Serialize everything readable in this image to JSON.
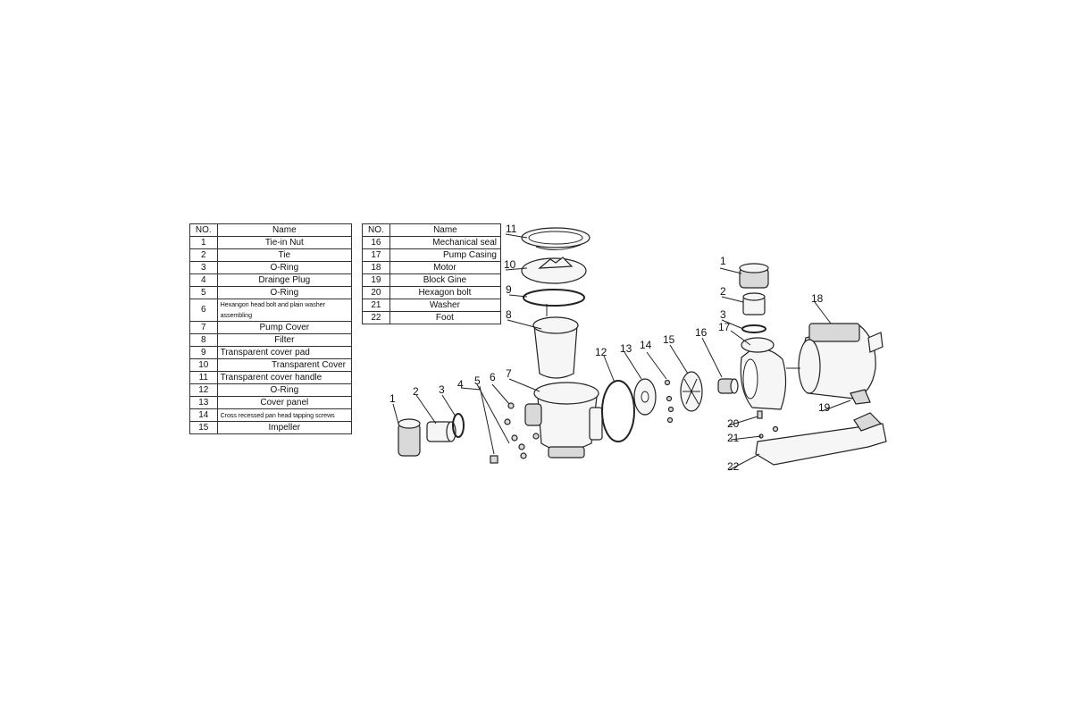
{
  "table_left": {
    "header_no": "NO.",
    "header_name": "Name",
    "rows": [
      {
        "no": "1",
        "name": "Tie-in Nut"
      },
      {
        "no": "2",
        "name": "Tie"
      },
      {
        "no": "3",
        "name": "O-Ring"
      },
      {
        "no": "4",
        "name": "Drainge Plug"
      },
      {
        "no": "5",
        "name": "O-Ring"
      },
      {
        "no": "6",
        "name": "Hexangon head bolt and plain washer assembling"
      },
      {
        "no": "7",
        "name": "Pump Cover"
      },
      {
        "no": "8",
        "name": "Filter"
      },
      {
        "no": "9",
        "name": "Transparent cover pad"
      },
      {
        "no": "10",
        "name": "Transparent Cover"
      },
      {
        "no": "11",
        "name": "Transparent cover handle"
      },
      {
        "no": "12",
        "name": "O-Ring"
      },
      {
        "no": "13",
        "name": "Cover panel"
      },
      {
        "no": "14",
        "name": "Cross recessed pan head tapping screws"
      },
      {
        "no": "15",
        "name": "Impeller"
      }
    ]
  },
  "table_right": {
    "header_no": "NO.",
    "header_name": "Name",
    "rows": [
      {
        "no": "16",
        "name": "Mechanical seal"
      },
      {
        "no": "17",
        "name": "Pump Casing"
      },
      {
        "no": "18",
        "name": "Motor"
      },
      {
        "no": "19",
        "name": "Block Gine"
      },
      {
        "no": "20",
        "name": "Hexagon bolt"
      },
      {
        "no": "21",
        "name": "Washer"
      },
      {
        "no": "22",
        "name": "Foot"
      }
    ]
  },
  "callouts": {
    "c1a": "1",
    "c2a": "2",
    "c3a": "3",
    "c4": "4",
    "c5": "5",
    "c6": "6",
    "c7": "7",
    "c8": "8",
    "c9": "9",
    "c10": "10",
    "c11": "11",
    "c12": "12",
    "c13": "13",
    "c14": "14",
    "c15": "15",
    "c16": "16",
    "c17": "17",
    "c18": "18",
    "c19": "19",
    "c20": "20",
    "c21": "21",
    "c22": "22",
    "c1b": "1",
    "c2b": "2",
    "c3b": "3"
  }
}
